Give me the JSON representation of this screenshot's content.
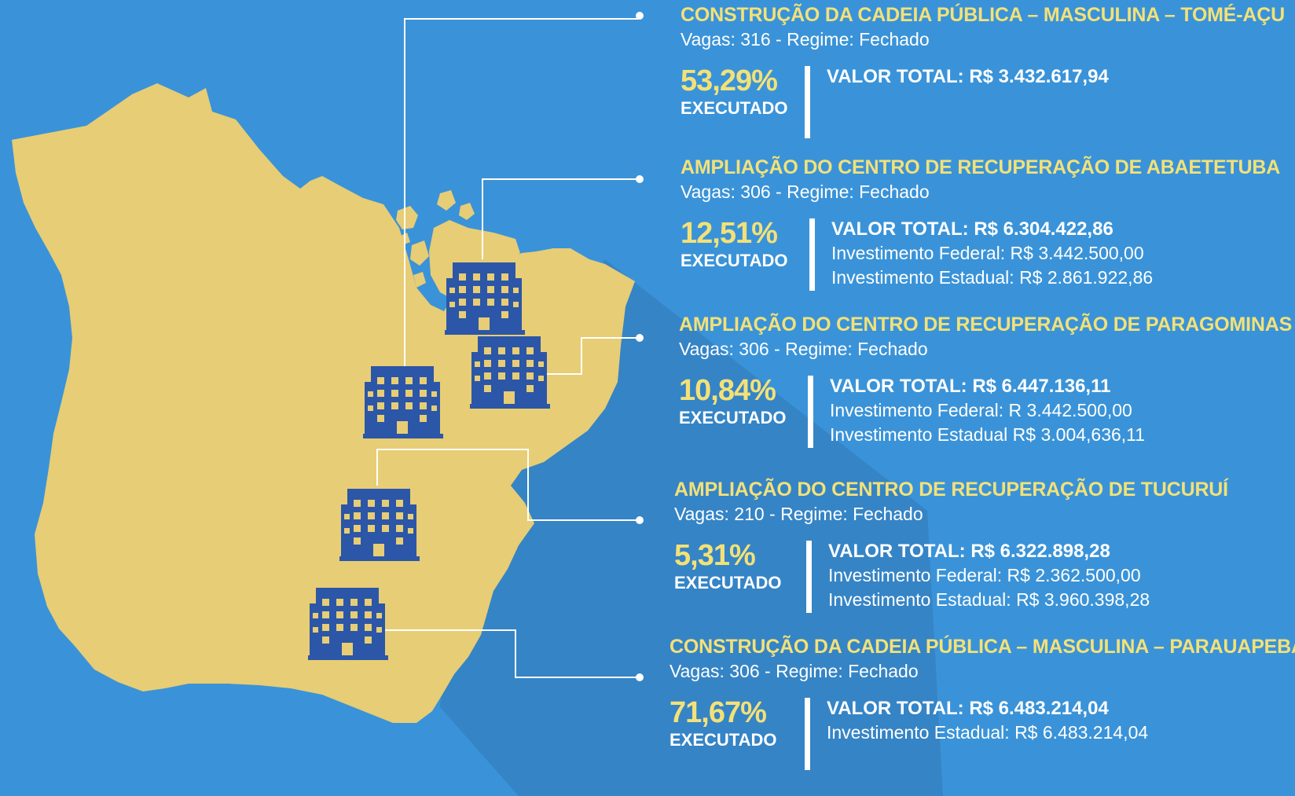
{
  "colors": {
    "background": "#3a93d8",
    "shadow": "#3584c6",
    "map": "#e7cd75",
    "building": "#2c56a7",
    "building_window": "#e7cd75",
    "title": "#f3e178",
    "text": "#ffffff"
  },
  "projects": [
    {
      "title": "CONSTRUÇÃO DA CADEIA PÚBLICA – MASCULINA – TOMÉ-AÇU",
      "subtitle": "Vagas: 316  -  Regime: Fechado",
      "percent": "53,29%",
      "executed_label": "EXECUTADO",
      "valor_total": "VALOR TOTAL: R$ 3.432.617,94",
      "lines": []
    },
    {
      "title": "AMPLIAÇÃO DO CENTRO DE RECUPERAÇÃO DE ABAETETUBA",
      "subtitle": "Vagas: 306  -  Regime: Fechado",
      "percent": "12,51%",
      "executed_label": "EXECUTADO",
      "valor_total": "VALOR TOTAL: R$ 6.304.422,86",
      "lines": [
        "Investimento Federal:  R$ 3.442.500,00",
        "Investimento Estadual:  R$ 2.861.922,86"
      ]
    },
    {
      "title": "AMPLIAÇÃO DO CENTRO DE RECUPERAÇÃO DE PARAGOMINAS",
      "subtitle": "Vagas: 306  -  Regime: Fechado",
      "percent": "10,84%",
      "executed_label": "EXECUTADO",
      "valor_total": "VALOR TOTAL: R$ 6.447.136,11",
      "lines": [
        "Investimento Federal: R 3.442.500,00",
        "Investimento Estadual R$ 3.004,636,11"
      ]
    },
    {
      "title": "AMPLIAÇÃO DO CENTRO DE RECUPERAÇÃO DE TUCURUÍ",
      "subtitle": "Vagas: 210  -  Regime:  Fechado",
      "percent": "5,31%",
      "executed_label": "EXECUTADO",
      "valor_total": "VALOR TOTAL: R$ 6.322.898,28",
      "lines": [
        "Investimento Federal:  R$ 2.362.500,00",
        "Investimento Estadual:  R$ 3.960.398,28"
      ]
    },
    {
      "title": "CONSTRUÇÃO DA CADEIA PÚBLICA – MASCULINA – PARAUAPEBAS",
      "subtitle": "Vagas: 306   -   Regime: Fechado",
      "percent": "71,67%",
      "executed_label": "EXECUTADO",
      "valor_total": "VALOR TOTAL: R$ 6.483.214,04",
      "lines": [
        "Investimento Estadual: R$ 6.483.214,04"
      ]
    }
  ]
}
